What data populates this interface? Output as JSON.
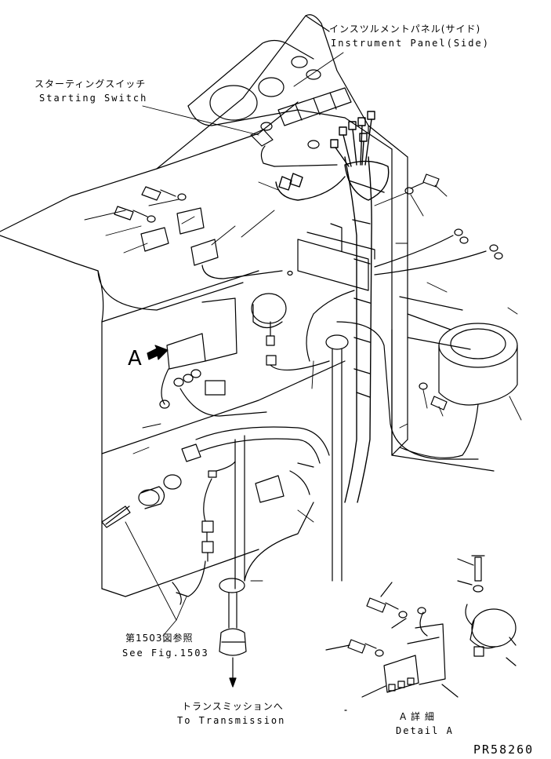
{
  "labels": {
    "instrument_panel_jp": "インスツルメントパネル(サイド)",
    "instrument_panel_en": "Instrument Panel(Side)",
    "starting_switch_jp": "スターティングスイッチ",
    "starting_switch_en": "Starting Switch",
    "arrow_a": "A",
    "see_fig_jp": "第1503図参照",
    "see_fig_en": "See Fig.1503",
    "to_transmission_jp": "トランスミッションへ",
    "to_transmission_en": "To Transmission",
    "detail_a_jp": "A 詳 細",
    "detail_a_en": "Detail A",
    "drawing_code": "PR58260"
  }
}
